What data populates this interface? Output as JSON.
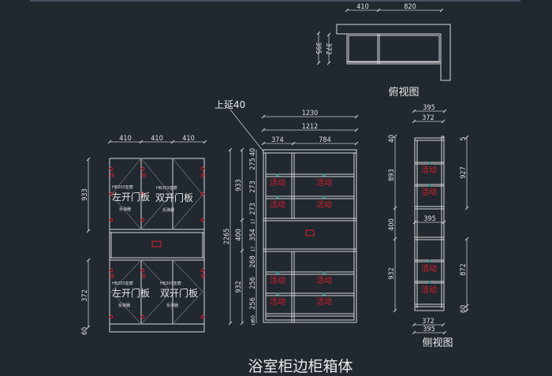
{
  "title": "浴室柜边柜箱体",
  "views": {
    "top": {
      "label": "俯视图",
      "dims_horizontal": [
        "410",
        "820"
      ],
      "dims_vertical": [
        "395",
        "372"
      ]
    },
    "front_doors": {
      "dims_top": [
        "410",
        "410",
        "410"
      ],
      "dims_left": [
        "933",
        "372",
        "60"
      ],
      "upper_left_panel": {
        "model": "HB203亚磨",
        "name": "左开门板",
        "hardware": "反弹器"
      },
      "upper_right_panel": {
        "model": "HB203亚磨",
        "name": "双开门板",
        "hardware": "反弹器"
      },
      "lower_left_panel": {
        "model": "HB203亚磨",
        "name": "左开门板",
        "hardware": "反弹器"
      },
      "lower_right_panel": {
        "model": "HB203亚磨",
        "name": "双开门板",
        "hardware": "反弹器"
      }
    },
    "front_carcass": {
      "leader_note": "上延40",
      "dims_top": [
        "1230",
        "1212",
        "374",
        "784"
      ],
      "dim_total_height": "2265",
      "dims_sections": [
        "933",
        "400",
        "932"
      ],
      "dims_detail": [
        "40",
        "275",
        "273",
        "273",
        "17",
        "354",
        "17",
        "268",
        "256",
        "256",
        "60",
        "18"
      ],
      "shelf_label": "活动"
    },
    "side": {
      "label": "侧视图",
      "dims_top": [
        "395",
        "372"
      ],
      "dims_left": [
        "40",
        "893",
        "400",
        "932"
      ],
      "dims_right": [
        "5",
        "927",
        "872",
        "60"
      ],
      "dim_middle": "395",
      "dims_bottom": [
        "372",
        "395"
      ],
      "shelf_label": "活动"
    }
  },
  "colors": {
    "background": "#212830",
    "line": "#d8d8d8",
    "accent_red": "#d8202a",
    "marker_teal": "#3aa9a0"
  }
}
